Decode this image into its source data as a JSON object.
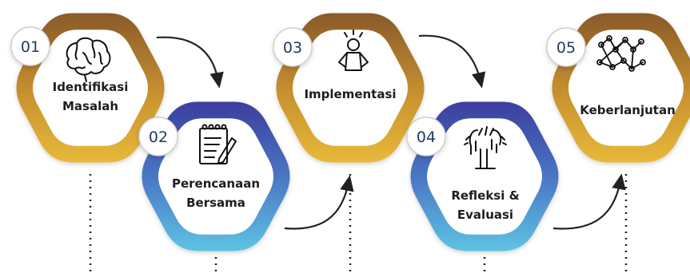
{
  "steps": [
    {
      "number": "01",
      "label_lines": [
        "Identifikasi",
        "Masalah"
      ],
      "icon": "brain-icon",
      "style": "gold"
    },
    {
      "number": "02",
      "label_lines": [
        "Perencanaan",
        "Bersama"
      ],
      "icon": "notepad-icon",
      "style": "blue"
    },
    {
      "number": "03",
      "label_lines": [
        "Implementasi"
      ],
      "icon": "person-idea-icon",
      "style": "gold"
    },
    {
      "number": "04",
      "label_lines": [
        "Refleksi &",
        "Evaluasi"
      ],
      "icon": "hands-together-icon",
      "style": "blue"
    },
    {
      "number": "05",
      "label_lines": [
        "Keberlanjutan"
      ],
      "icon": "network-icon",
      "style": "gold"
    }
  ],
  "colors": {
    "gold_dark": "#8a5a2b",
    "gold_light": "#e8b93a",
    "blue_dark": "#3b3f9e",
    "blue_light": "#5ec3e3",
    "number_text": "#1f3a5f",
    "connector": "#222222"
  }
}
